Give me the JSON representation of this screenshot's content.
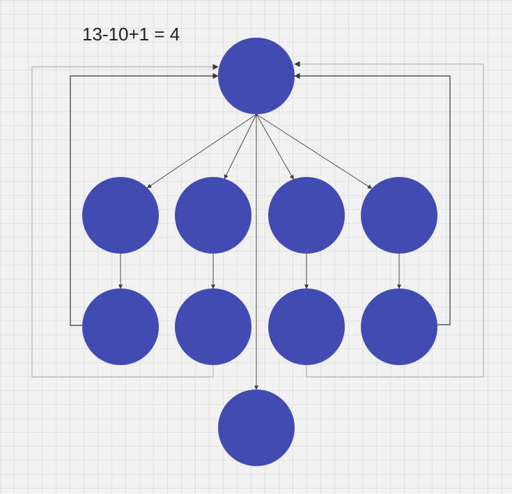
{
  "formula": "13-10+1 = 4",
  "colors": {
    "node_fill": "#414bb2",
    "edge": "#3a3a3a",
    "loop_edge": "#b4b4b4",
    "background": "#f1f1f1",
    "grid": "#e2e2e2"
  },
  "nodes": [
    {
      "id": "top"
    },
    {
      "id": "mid-1"
    },
    {
      "id": "mid-2"
    },
    {
      "id": "mid-3"
    },
    {
      "id": "mid-4"
    },
    {
      "id": "low-1"
    },
    {
      "id": "low-2"
    },
    {
      "id": "low-3"
    },
    {
      "id": "low-4"
    },
    {
      "id": "bottom"
    }
  ],
  "edges": [
    {
      "from": "top",
      "to": "mid-1"
    },
    {
      "from": "top",
      "to": "mid-2"
    },
    {
      "from": "top",
      "to": "mid-3"
    },
    {
      "from": "top",
      "to": "mid-4"
    },
    {
      "from": "top",
      "to": "bottom"
    },
    {
      "from": "mid-1",
      "to": "low-1"
    },
    {
      "from": "mid-2",
      "to": "low-2"
    },
    {
      "from": "mid-3",
      "to": "low-3"
    },
    {
      "from": "mid-4",
      "to": "low-4"
    },
    {
      "from": "low-1",
      "to": "top"
    },
    {
      "from": "low-2",
      "to": "top"
    },
    {
      "from": "low-3",
      "to": "top"
    },
    {
      "from": "low-4",
      "to": "top"
    }
  ]
}
